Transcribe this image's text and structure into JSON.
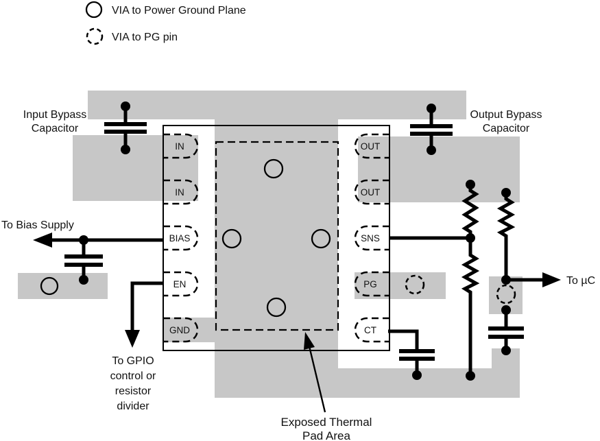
{
  "legend": {
    "items": [
      {
        "icon": "via-solid-icon",
        "label": "VIA to Power Ground Plane"
      },
      {
        "icon": "via-dashed-icon",
        "label": "VIA to PG pin"
      }
    ]
  },
  "ic": {
    "left_pins": [
      "IN",
      "IN",
      "BIAS",
      "EN",
      "GND"
    ],
    "right_pins": [
      "OUT",
      "OUT",
      "SNS",
      "PG",
      "CT"
    ]
  },
  "annotations": {
    "input_bypass": [
      "Input Bypass",
      "Capacitor"
    ],
    "output_bypass": [
      "Output Bypass",
      "Capacitor"
    ],
    "bias_supply": "To Bias Supply",
    "gpio": [
      "To GPIO",
      "control or",
      "resistor",
      "divider"
    ],
    "uc": "To µC",
    "thermal_pad": [
      "Exposed Thermal",
      "Pad Area"
    ]
  },
  "colors": {
    "copper_plane": "#c7c7c7",
    "ink": "#000000",
    "background": "#ffffff"
  }
}
